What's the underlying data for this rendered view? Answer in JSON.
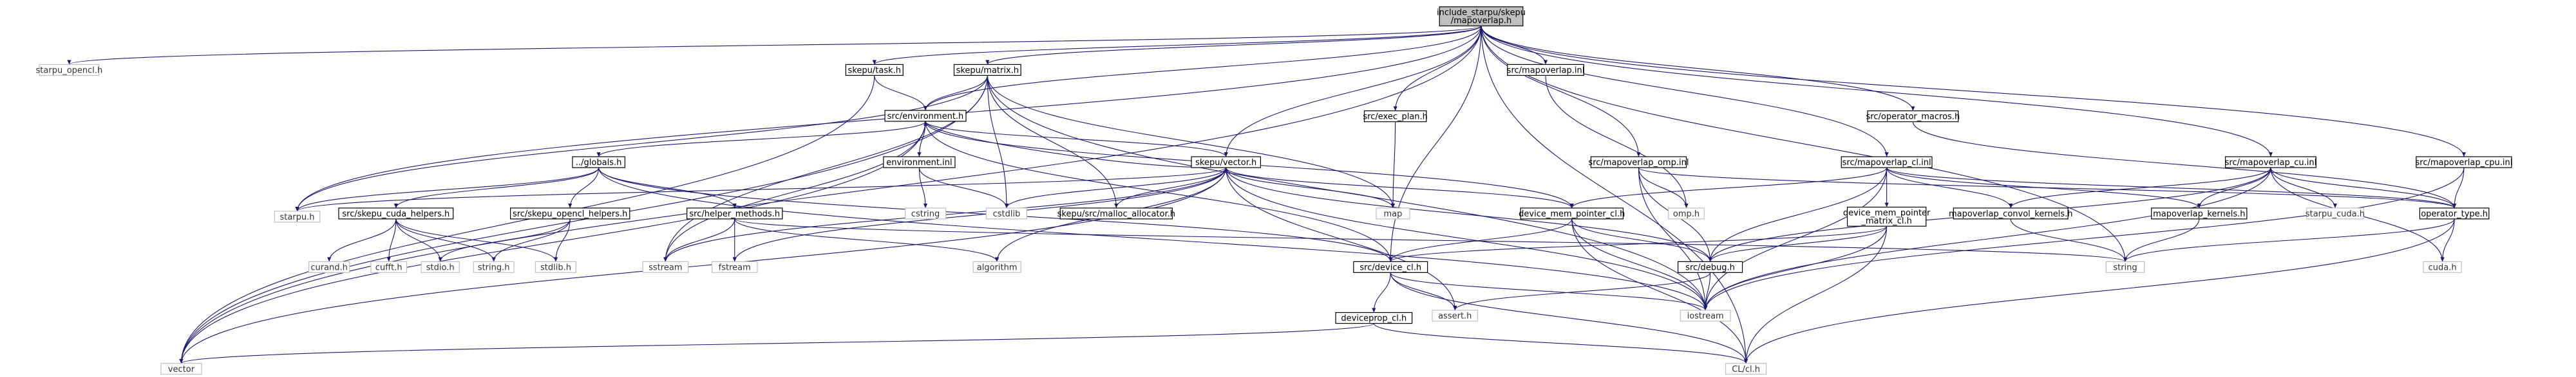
{
  "nodes": {
    "root": {
      "lines": [
        "include_starpu/skepu",
        "/mapoverlap.h"
      ],
      "kind": "root"
    },
    "starpu_opencl": {
      "lines": [
        "starpu_opencl.h"
      ],
      "kind": "plain"
    },
    "skepu_task": {
      "lines": [
        "skepu/task.h"
      ],
      "kind": "file"
    },
    "skepu_matrix": {
      "lines": [
        "skepu/matrix.h"
      ],
      "kind": "file"
    },
    "src_exec_plan": {
      "lines": [
        "src/exec_plan.h"
      ],
      "kind": "file"
    },
    "src_mapoverlap_inl": {
      "lines": [
        "src/mapoverlap.inl"
      ],
      "kind": "file"
    },
    "src_operator_macros": {
      "lines": [
        "src/operator_macros.h"
      ],
      "kind": "file"
    },
    "src_environment": {
      "lines": [
        "src/environment.h"
      ],
      "kind": "file"
    },
    "globals": {
      "lines": [
        "../globals.h"
      ],
      "kind": "file"
    },
    "environment_inl": {
      "lines": [
        "environment.inl"
      ],
      "kind": "file"
    },
    "skepu_vector": {
      "lines": [
        "skepu/vector.h"
      ],
      "kind": "file"
    },
    "src_mapoverlap_omp": {
      "lines": [
        "src/mapoverlap_omp.inl"
      ],
      "kind": "file"
    },
    "src_mapoverlap_cl": {
      "lines": [
        "src/mapoverlap_cl.inl"
      ],
      "kind": "file"
    },
    "src_mapoverlap_cu": {
      "lines": [
        "src/mapoverlap_cu.inl"
      ],
      "kind": "file"
    },
    "src_mapoverlap_cpu": {
      "lines": [
        "src/mapoverlap_cpu.inl"
      ],
      "kind": "file"
    },
    "starpu_h": {
      "lines": [
        "starpu.h"
      ],
      "kind": "plain"
    },
    "skepu_cuda_helpers": {
      "lines": [
        "src/skepu_cuda_helpers.h"
      ],
      "kind": "file"
    },
    "skepu_opencl_helpers": {
      "lines": [
        "src/skepu_opencl_helpers.h"
      ],
      "kind": "file"
    },
    "helper_methods": {
      "lines": [
        "src/helper_methods.h"
      ],
      "kind": "file"
    },
    "cstring": {
      "lines": [
        "cstring"
      ],
      "kind": "plain"
    },
    "cstdlib": {
      "lines": [
        "cstdlib"
      ],
      "kind": "plain"
    },
    "malloc_allocator": {
      "lines": [
        "skepu/src/malloc_allocator.h"
      ],
      "kind": "file"
    },
    "map": {
      "lines": [
        "map"
      ],
      "kind": "plain"
    },
    "device_mem_pointer_cl": {
      "lines": [
        "device_mem_pointer_cl.h"
      ],
      "kind": "file"
    },
    "omp_h": {
      "lines": [
        "omp.h"
      ],
      "kind": "plain"
    },
    "device_mem_pointer_matrix_cl": {
      "lines": [
        "device_mem_pointer",
        "_matrix_cl.h"
      ],
      "kind": "file"
    },
    "mapoverlap_convol_kernels": {
      "lines": [
        "mapoverlap_convol_kernels.h"
      ],
      "kind": "file"
    },
    "mapoverlap_kernels": {
      "lines": [
        "mapoverlap_kernels.h"
      ],
      "kind": "file"
    },
    "starpu_cuda": {
      "lines": [
        "starpu_cuda.h"
      ],
      "kind": "plain"
    },
    "operator_type": {
      "lines": [
        "operator_type.h"
      ],
      "kind": "file"
    },
    "curand": {
      "lines": [
        "curand.h"
      ],
      "kind": "plain"
    },
    "cufft": {
      "lines": [
        "cufft.h"
      ],
      "kind": "plain"
    },
    "stdio": {
      "lines": [
        "stdio.h"
      ],
      "kind": "plain"
    },
    "string_h": {
      "lines": [
        "string.h"
      ],
      "kind": "plain"
    },
    "stdlib": {
      "lines": [
        "stdlib.h"
      ],
      "kind": "plain"
    },
    "sstream": {
      "lines": [
        "sstream"
      ],
      "kind": "plain"
    },
    "fstream": {
      "lines": [
        "fstream"
      ],
      "kind": "plain"
    },
    "algorithm": {
      "lines": [
        "algorithm"
      ],
      "kind": "plain"
    },
    "src_device_cl": {
      "lines": [
        "src/device_cl.h"
      ],
      "kind": "file"
    },
    "src_debug": {
      "lines": [
        "src/debug.h"
      ],
      "kind": "file"
    },
    "string": {
      "lines": [
        "string"
      ],
      "kind": "plain"
    },
    "cuda_h": {
      "lines": [
        "cuda.h"
      ],
      "kind": "plain"
    },
    "assert": {
      "lines": [
        "assert.h"
      ],
      "kind": "plain"
    },
    "iostream": {
      "lines": [
        "iostream"
      ],
      "kind": "plain"
    },
    "deviceprop_cl": {
      "lines": [
        "deviceprop_cl.h"
      ],
      "kind": "file"
    },
    "vector": {
      "lines": [
        "vector"
      ],
      "kind": "plain"
    },
    "cl_cl": {
      "lines": [
        "CL/cl.h"
      ],
      "kind": "plain"
    }
  },
  "edges": [
    [
      "root",
      "starpu_opencl"
    ],
    [
      "root",
      "skepu_task"
    ],
    [
      "root",
      "skepu_matrix"
    ],
    [
      "root",
      "src_exec_plan"
    ],
    [
      "root",
      "src_mapoverlap_inl"
    ],
    [
      "root",
      "src_operator_macros"
    ],
    [
      "root",
      "src_environment"
    ],
    [
      "root",
      "skepu_vector"
    ],
    [
      "root",
      "src_mapoverlap_omp"
    ],
    [
      "root",
      "src_mapoverlap_cl"
    ],
    [
      "root",
      "src_mapoverlap_cu"
    ],
    [
      "root",
      "src_mapoverlap_cpu"
    ],
    [
      "root",
      "starpu_h"
    ],
    [
      "root",
      "src_device_cl"
    ],
    [
      "root",
      "string"
    ],
    [
      "root",
      "vector"
    ],
    [
      "root",
      "cl_cl"
    ],
    [
      "skepu_task",
      "src_environment"
    ],
    [
      "skepu_task",
      "vector"
    ],
    [
      "skepu_matrix",
      "src_environment"
    ],
    [
      "skepu_matrix",
      "starpu_h"
    ],
    [
      "skepu_matrix",
      "cstdlib"
    ],
    [
      "skepu_matrix",
      "malloc_allocator"
    ],
    [
      "skepu_matrix",
      "map"
    ],
    [
      "skepu_matrix",
      "vector"
    ],
    [
      "skepu_matrix",
      "iostream"
    ],
    [
      "skepu_matrix",
      "sstream"
    ],
    [
      "src_exec_plan",
      "map"
    ],
    [
      "src_mapoverlap_inl",
      "omp_h"
    ],
    [
      "src_operator_macros",
      "operator_type"
    ],
    [
      "src_environment",
      "globals"
    ],
    [
      "src_environment",
      "environment_inl"
    ],
    [
      "src_environment",
      "skepu_vector"
    ],
    [
      "src_environment",
      "device_mem_pointer_cl"
    ],
    [
      "src_environment",
      "src_device_cl"
    ],
    [
      "src_environment",
      "sstream"
    ],
    [
      "src_environment",
      "vector"
    ],
    [
      "globals",
      "starpu_h"
    ],
    [
      "globals",
      "skepu_cuda_helpers"
    ],
    [
      "globals",
      "skepu_opencl_helpers"
    ],
    [
      "globals",
      "helper_methods"
    ],
    [
      "globals",
      "src_device_cl"
    ],
    [
      "globals",
      "iostream"
    ],
    [
      "environment_inl",
      "cstring"
    ],
    [
      "environment_inl",
      "cstdlib"
    ],
    [
      "skepu_vector",
      "starpu_h"
    ],
    [
      "skepu_vector",
      "cstdlib"
    ],
    [
      "skepu_vector",
      "malloc_allocator"
    ],
    [
      "skepu_vector",
      "map"
    ],
    [
      "skepu_vector",
      "device_mem_pointer_cl"
    ],
    [
      "skepu_vector",
      "src_environment"
    ],
    [
      "skepu_vector",
      "sstream"
    ],
    [
      "skepu_vector",
      "fstream"
    ],
    [
      "skepu_vector",
      "algorithm"
    ],
    [
      "skepu_vector",
      "src_debug"
    ],
    [
      "skepu_vector",
      "iostream"
    ],
    [
      "skepu_vector",
      "vector"
    ],
    [
      "skepu_vector",
      "assert"
    ],
    [
      "src_mapoverlap_omp",
      "omp_h"
    ],
    [
      "src_mapoverlap_omp",
      "src_debug"
    ],
    [
      "src_mapoverlap_omp",
      "iostream"
    ],
    [
      "src_mapoverlap_omp",
      "operator_type"
    ],
    [
      "src_mapoverlap_cl",
      "device_mem_pointer_cl"
    ],
    [
      "src_mapoverlap_cl",
      "device_mem_pointer_matrix_cl"
    ],
    [
      "src_mapoverlap_cl",
      "mapoverlap_convol_kernels"
    ],
    [
      "src_mapoverlap_cl",
      "mapoverlap_kernels"
    ],
    [
      "src_mapoverlap_cl",
      "src_debug"
    ],
    [
      "src_mapoverlap_cl",
      "iostream"
    ],
    [
      "src_mapoverlap_cl",
      "operator_type"
    ],
    [
      "src_mapoverlap_cu",
      "starpu_cuda"
    ],
    [
      "src_mapoverlap_cu",
      "operator_type"
    ],
    [
      "src_mapoverlap_cu",
      "mapoverlap_convol_kernels"
    ],
    [
      "src_mapoverlap_cu",
      "mapoverlap_kernels"
    ],
    [
      "src_mapoverlap_cu",
      "src_debug"
    ],
    [
      "src_mapoverlap_cu",
      "iostream"
    ],
    [
      "src_mapoverlap_cu",
      "cuda_h"
    ],
    [
      "src_mapoverlap_cpu",
      "operator_type"
    ],
    [
      "src_mapoverlap_cpu",
      "iostream"
    ],
    [
      "skepu_cuda_helpers",
      "curand"
    ],
    [
      "skepu_cuda_helpers",
      "cufft"
    ],
    [
      "skepu_cuda_helpers",
      "stdio"
    ],
    [
      "skepu_cuda_helpers",
      "string_h"
    ],
    [
      "skepu_cuda_helpers",
      "stdlib"
    ],
    [
      "skepu_opencl_helpers",
      "stdio"
    ],
    [
      "skepu_opencl_helpers",
      "string_h"
    ],
    [
      "skepu_opencl_helpers",
      "stdlib"
    ],
    [
      "helper_methods",
      "sstream"
    ],
    [
      "helper_methods",
      "fstream"
    ],
    [
      "helper_methods",
      "algorithm"
    ],
    [
      "helper_methods",
      "string"
    ],
    [
      "device_mem_pointer_cl",
      "src_device_cl"
    ],
    [
      "device_mem_pointer_cl",
      "src_debug"
    ],
    [
      "device_mem_pointer_cl",
      "iostream"
    ],
    [
      "device_mem_pointer_cl",
      "cl_cl"
    ],
    [
      "device_mem_pointer_matrix_cl",
      "src_device_cl"
    ],
    [
      "device_mem_pointer_matrix_cl",
      "src_debug"
    ],
    [
      "device_mem_pointer_matrix_cl",
      "iostream"
    ],
    [
      "device_mem_pointer_matrix_cl",
      "cl_cl"
    ],
    [
      "mapoverlap_convol_kernels",
      "string"
    ],
    [
      "mapoverlap_kernels",
      "string"
    ],
    [
      "operator_type",
      "string"
    ],
    [
      "operator_type",
      "cuda_h"
    ],
    [
      "operator_type",
      "cl_cl"
    ],
    [
      "src_device_cl",
      "deviceprop_cl"
    ],
    [
      "src_device_cl",
      "assert"
    ],
    [
      "src_device_cl",
      "iostream"
    ],
    [
      "src_device_cl",
      "cl_cl"
    ],
    [
      "src_debug",
      "assert"
    ],
    [
      "src_debug",
      "iostream"
    ],
    [
      "deviceprop_cl",
      "vector"
    ],
    [
      "deviceprop_cl",
      "cl_cl"
    ]
  ],
  "colors": {
    "edge": "#191970",
    "node_border": "#000000",
    "plain_border": "#bfbfbf",
    "root_fill": "#bfbfbf"
  }
}
